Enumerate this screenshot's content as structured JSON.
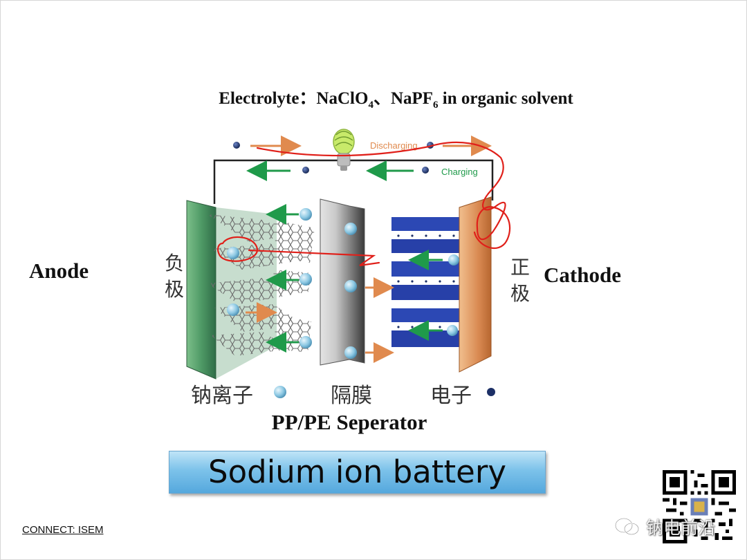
{
  "title": {
    "prefix": "Electrolyte：NaClO",
    "sub1": "4",
    "mid": "、NaPF",
    "sub2": "6",
    "suffix": " in organic solvent"
  },
  "labels": {
    "anode": "Anode",
    "cathode": "Cathode",
    "anode_cn_1": "负",
    "anode_cn_2": "极",
    "cathode_cn_1": "正",
    "cathode_cn_2": "极",
    "discharging": "Discharging",
    "charging": "Charging",
    "separator": "PP/PE Seperator"
  },
  "legend": {
    "sodium_ion": "钠离子",
    "separator": "隔膜",
    "electron": "电子"
  },
  "banner": "Sodium ion battery",
  "footer": "CONNECT: ISEM",
  "watermark": "钠电前沿",
  "colors": {
    "discharge_arrow": "#e08a4e",
    "charge_arrow": "#1f9a4a",
    "anode_plate": "#3f8a5c",
    "cathode_plate": "#d98a52",
    "octahedra": "#2740a8",
    "ion": "#8cc8e3",
    "electron": "#1c2f66",
    "annotation": "#e0201a",
    "banner": "#6cb8e6"
  }
}
